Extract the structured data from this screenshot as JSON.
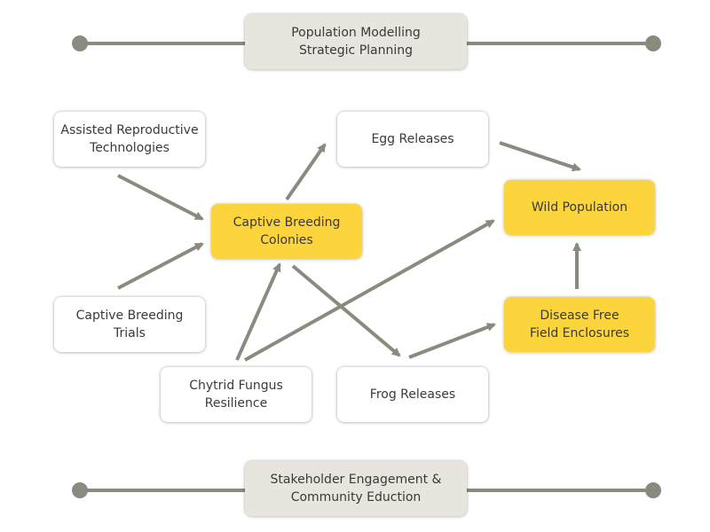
{
  "diagram": {
    "colors": {
      "connector": "#8a8b7e",
      "highlight_box": "#fcd43c",
      "band_box": "#e8e4de",
      "plain_box": "#ffffff",
      "text": "#3a3a3a"
    },
    "top_band": {
      "label": "Population Modelling\nStrategic Planning"
    },
    "bottom_band": {
      "label": "Stakeholder Engagement &\nCommunity Eduction"
    },
    "nodes": {
      "art": "Assisted Reproductive\nTechnologies",
      "egg_releases": "Egg Releases",
      "captive_colonies": "Captive Breeding\nColonies",
      "wild_population": "Wild Population",
      "captive_trials": "Captive Breeding\nTrials",
      "disease_free": "Disease Free\nField Enclosures",
      "chytrid": "Chytrid Fungus\nResilience",
      "frog_releases": "Frog Releases"
    },
    "edges": [
      {
        "from": "art",
        "to": "captive_colonies"
      },
      {
        "from": "captive_trials",
        "to": "captive_colonies"
      },
      {
        "from": "captive_colonies",
        "to": "egg_releases"
      },
      {
        "from": "egg_releases",
        "to": "wild_population"
      },
      {
        "from": "chytrid",
        "to": "captive_colonies"
      },
      {
        "from": "chytrid",
        "to": "wild_population"
      },
      {
        "from": "captive_colonies",
        "to": "frog_releases"
      },
      {
        "from": "frog_releases",
        "to": "disease_free"
      },
      {
        "from": "disease_free",
        "to": "wild_population"
      }
    ]
  }
}
